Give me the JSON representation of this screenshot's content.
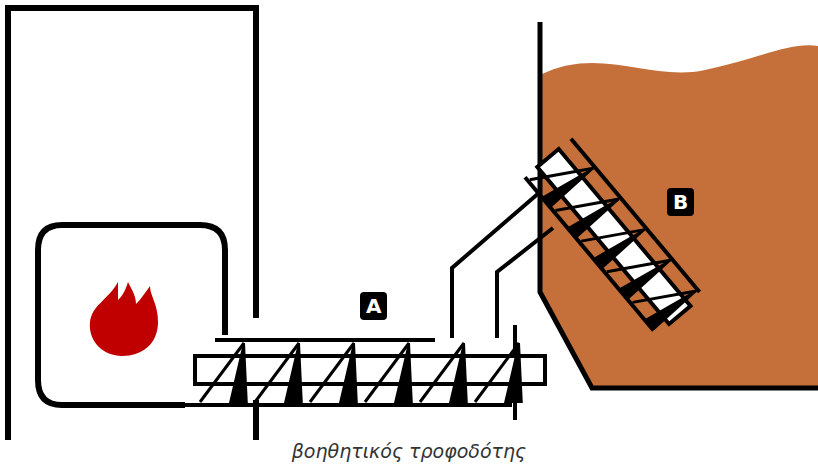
{
  "diagram": {
    "caption": "βοηθητικός τροφοδότης",
    "labels": [
      "A",
      "B"
    ]
  }
}
